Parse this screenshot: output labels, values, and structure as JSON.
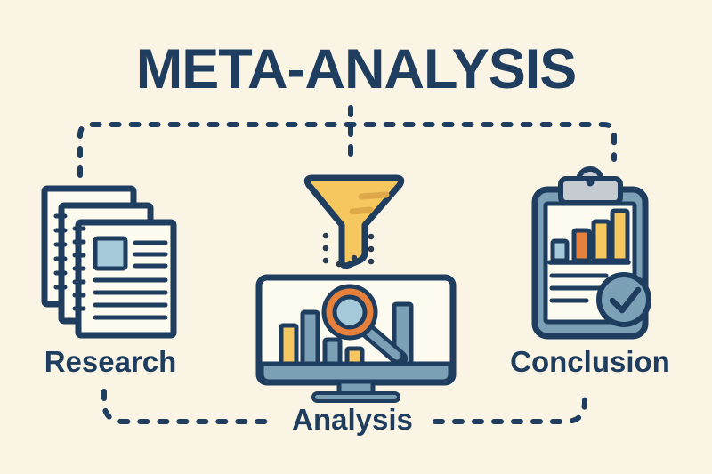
{
  "title": "META-ANALYSIS",
  "stages": [
    {
      "id": "research",
      "label": "Research",
      "icon": "stacked-documents-icon"
    },
    {
      "id": "analysis",
      "label": "Analysis",
      "icon": "monitor-bar-chart-magnifier-icon"
    },
    {
      "id": "conclusion",
      "label": "Conclusion",
      "icon": "clipboard-bar-chart-check-icon"
    }
  ],
  "decorations": {
    "funnel": "funnel-icon",
    "funnel_drops": "dotted-droplets",
    "top_connector": "dashed-bracket-from-title-to-research-and-conclusion",
    "center_connector": "dashed-line-title-to-funnel",
    "bottom_connector": "dashed-line-research-to-analysis-to-conclusion"
  },
  "colors": {
    "background": "#faf4e5",
    "navy": "#1f3d5e",
    "yellow": "#f6c75e",
    "gold": "#dfa94a",
    "orange": "#e5813c",
    "blue_gray": "#7ca0b6",
    "light_blue": "#a6c9d9",
    "clip_gray": "#c6cbd2",
    "paper": "#fdfaf0"
  }
}
